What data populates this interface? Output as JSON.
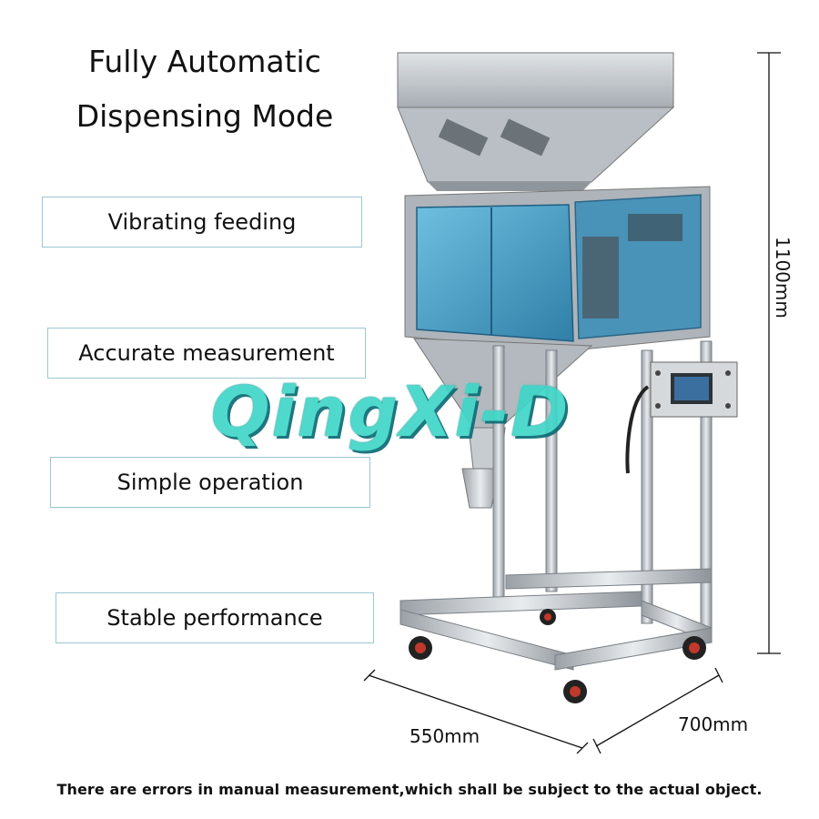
{
  "title": {
    "line1": "Fully Automatic",
    "line2": "Dispensing Mode"
  },
  "features": [
    {
      "label": "Vibrating feeding"
    },
    {
      "label": "Accurate measurement"
    },
    {
      "label": "Simple operation"
    },
    {
      "label": "Stable performance"
    }
  ],
  "dimensions": {
    "height": "1100mm",
    "width": "550mm",
    "depth": "700mm"
  },
  "watermark": "QingXi-D",
  "note": "There are errors in manual measurement,which shall be subject to the actual object.",
  "colors": {
    "box_border": "#9cc6d2",
    "glass": "#4aa3c8",
    "steel": "#c9cdd1",
    "watermark": "#3fd6c8"
  }
}
